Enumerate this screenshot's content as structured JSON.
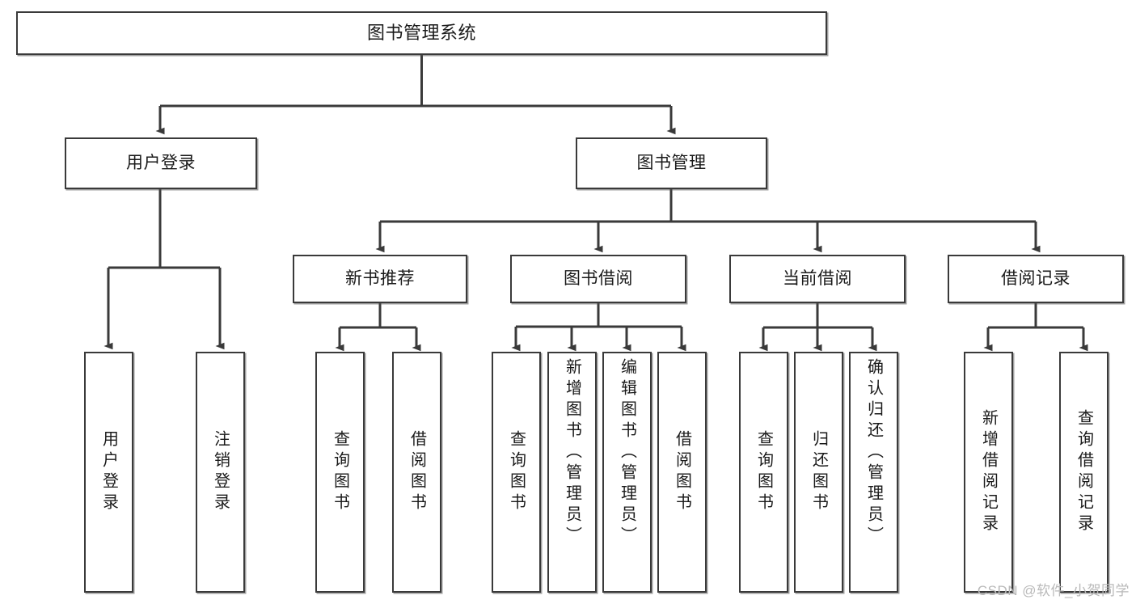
{
  "diagram": {
    "title_node": {
      "label": "图书管理系统"
    },
    "level1": [
      {
        "label": "用户登录"
      },
      {
        "label": "图书管理"
      }
    ],
    "level2": [
      {
        "label": "新书推荐"
      },
      {
        "label": "图书借阅"
      },
      {
        "label": "当前借阅"
      },
      {
        "label": "借阅记录"
      }
    ],
    "leaves": [
      {
        "label": "用户登录"
      },
      {
        "label": "注销登录"
      },
      {
        "label": "查询图书"
      },
      {
        "label": "借阅图书"
      },
      {
        "label": "查询图书"
      },
      {
        "label": "新增图书（管理员）"
      },
      {
        "label": "编辑图书（管理员）"
      },
      {
        "label": "借阅图书"
      },
      {
        "label": "查询图书"
      },
      {
        "label": "归还图书"
      },
      {
        "label": "确认归还（管理员）"
      },
      {
        "label": "新增借阅记录"
      },
      {
        "label": "查询借阅记录"
      }
    ],
    "watermark": "CSDN @软件_小贺同学",
    "colors": {
      "box_border": "#3a3a3a",
      "connector": "#3a3a3a",
      "text": "#1a1a1a",
      "background": "#ffffff",
      "watermark": "#b9b9b9"
    }
  }
}
